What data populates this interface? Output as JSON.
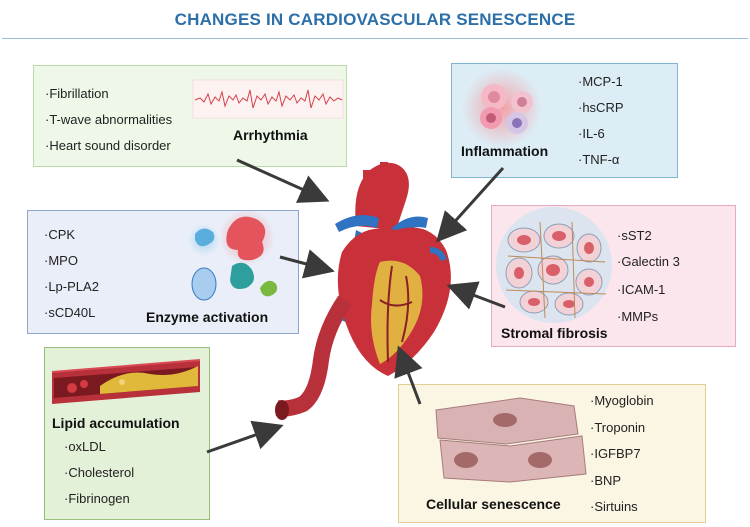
{
  "title": "CHANGES IN CARDIOVASCULAR SENESCENCE",
  "colors": {
    "title": "#2d6fa8",
    "arrhythmia_box": "#eef7e8",
    "inflammation_box": "#dcedf6",
    "enzyme_box": "#e9eef8",
    "stromal_box": "#fbe6ee",
    "lipid_box": "#e4f1d9",
    "cellular_box": "#fbf5e3",
    "arrow": "#3a3a3a",
    "heart_red": "#c8303a",
    "vessel_blue": "#2f73c2"
  },
  "panels": {
    "arrhythmia": {
      "label": "Arrhythmia",
      "items": [
        "·Fibrillation",
        "·T-wave abnormalities",
        "·Heart sound disorder"
      ]
    },
    "inflammation": {
      "label": "Inflammation",
      "items": [
        "·MCP-1",
        "·hsCRP",
        "·IL-6",
        "·TNF-α"
      ]
    },
    "enzyme": {
      "label": "Enzyme activation",
      "items": [
        "·CPK",
        "·MPO",
        "·Lp-PLA2",
        "·sCD40L"
      ]
    },
    "stromal": {
      "label": "Stromal fibrosis",
      "items": [
        "·sST2",
        "·Galectin 3",
        "·ICAM-1",
        "·MMPs"
      ]
    },
    "lipid": {
      "label": "Lipid accumulation",
      "items": [
        "·oxLDL",
        "·Cholesterol",
        "·Fibrinogen"
      ]
    },
    "cellular": {
      "label": "Cellular senescence",
      "items": [
        "·Myoglobin",
        "·Troponin",
        "·IGFBP7",
        "·BNP",
        "·Sirtuins"
      ]
    }
  }
}
